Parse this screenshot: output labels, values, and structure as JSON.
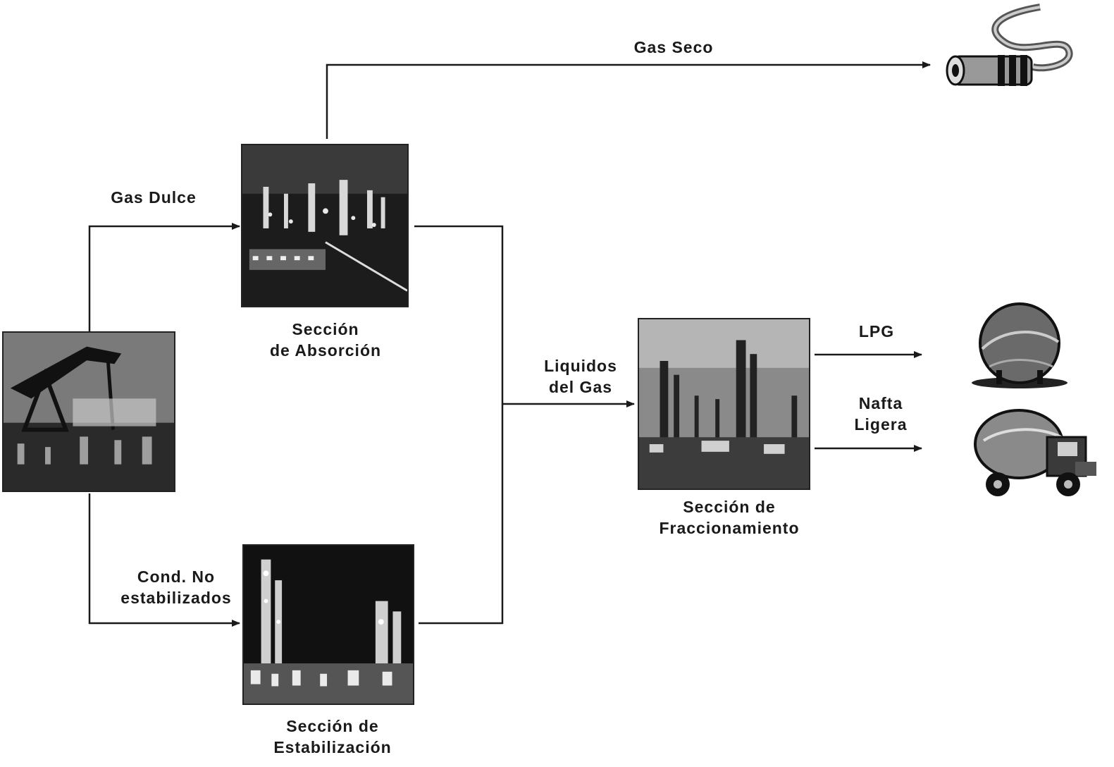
{
  "labels": {
    "gas_seco": "Gas Seco",
    "gas_dulce": "Gas Dulce",
    "cond_line1": "Cond. No",
    "cond_line2": "estabilizados",
    "liquidos_line1": "Liquidos",
    "liquidos_line2": "del Gas",
    "lpg": "LPG",
    "nafta_line1": "Nafta",
    "nafta_line2": "Ligera"
  },
  "sections": {
    "absorcion_line1": "Sección",
    "absorcion_line2": "de Absorción",
    "estabilizacion_line1": "Sección de",
    "estabilizacion_line2": "Estabilización",
    "fraccionamiento_line1": "Sección de",
    "fraccionamiento_line2": "Fraccionamiento"
  },
  "icons": {
    "source": "oil-pumpjack-photo",
    "absorcion": "gas-plant-night-photo",
    "estabilizacion": "refinery-towers-night-photo",
    "fraccionamiento": "fractionation-plant-photo",
    "gas_seco_dest": "gas-pipeline-icon",
    "lpg_dest": "spherical-tank-icon",
    "nafta_dest": "tanker-truck-icon"
  },
  "colors": {
    "line": "#1a1a1a",
    "photo_dark": "#1a1a1a"
  }
}
